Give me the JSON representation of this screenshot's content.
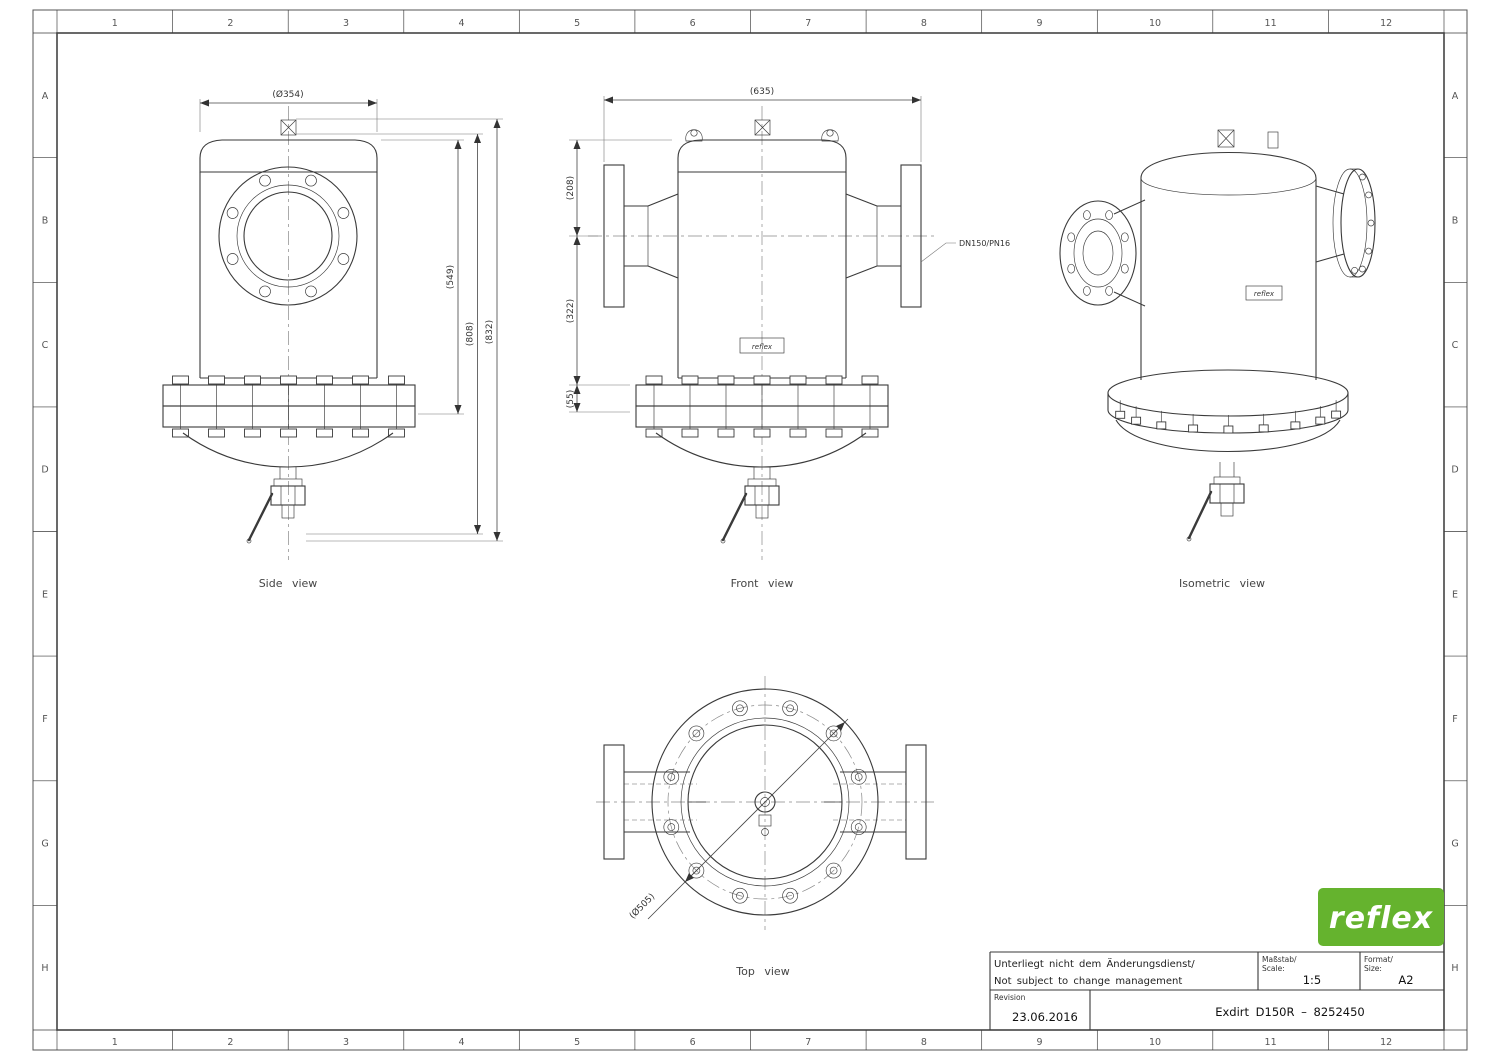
{
  "sheet": {
    "grid_columns": [
      "1",
      "2",
      "3",
      "4",
      "5",
      "6",
      "7",
      "8",
      "9",
      "10",
      "11",
      "12"
    ],
    "grid_rows": [
      "A",
      "B",
      "C",
      "D",
      "E",
      "F",
      "G",
      "H"
    ]
  },
  "views": {
    "side": {
      "label": "Side view",
      "dim_width": "(Ø354)",
      "dim_h1": "(549)",
      "dim_h2": "(808)",
      "dim_h3": "(832)"
    },
    "front": {
      "label": "Front view",
      "dim_width": "(635)",
      "dim_h1": "(208)",
      "dim_h2": "(322)",
      "dim_h3": "(55)",
      "nozzle_note": "DN150/PN16"
    },
    "isometric": {
      "label": "Isometric view"
    },
    "top": {
      "label": "Top view",
      "dim_diameter": "(Ø505)"
    }
  },
  "title_block": {
    "disclaimer_de": "Unterliegt nicht dem Änderungsdienst/",
    "disclaimer_en": "Not subject to change management",
    "scale_label_de": "Maßstab/",
    "scale_label_en": "Scale:",
    "scale_value": "1:5",
    "format_label_de": "Format/",
    "format_label_en": "Size:",
    "format_value": "A2",
    "revision_label": "Revision",
    "revision_date": "23.06.2016",
    "part_title": "Exdirt D150R – 8252450"
  },
  "logo": {
    "text": "reflex",
    "color": "#65b32e"
  },
  "nameplate": {
    "text": "reflex"
  }
}
